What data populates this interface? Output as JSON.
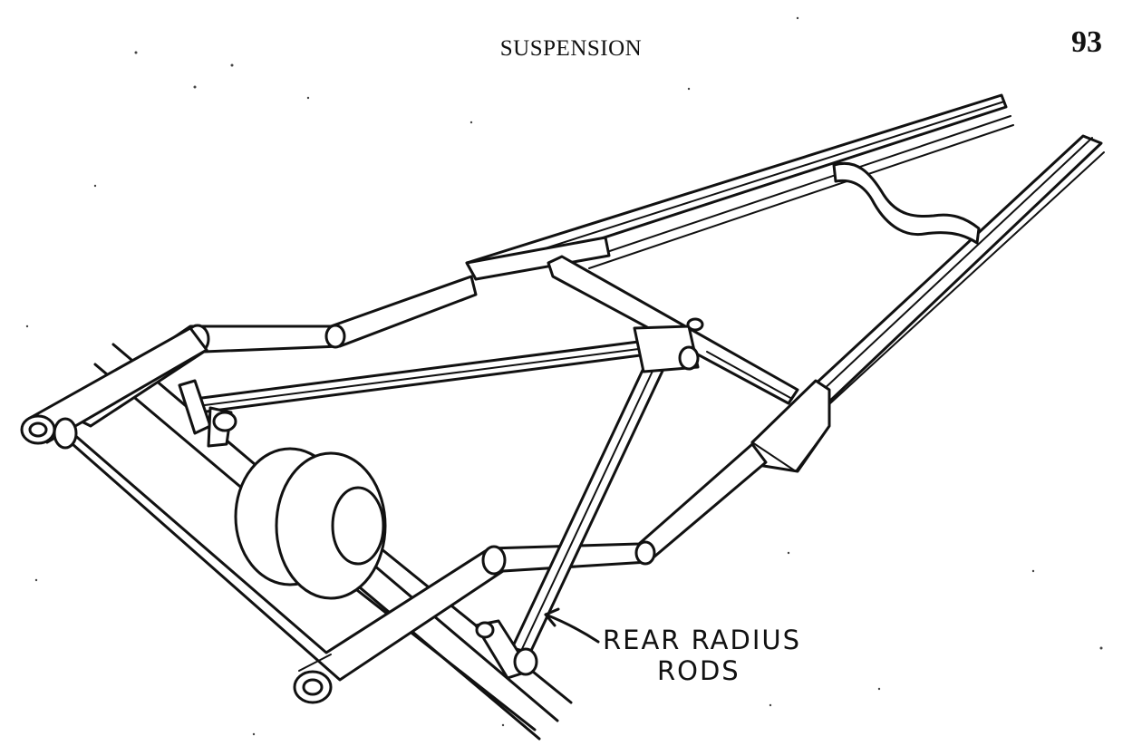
{
  "page": {
    "running_head": "SUSPENSION",
    "page_number": "93"
  },
  "figure": {
    "callout": {
      "line1": "REAR RADIUS",
      "line2": "RODS"
    }
  }
}
